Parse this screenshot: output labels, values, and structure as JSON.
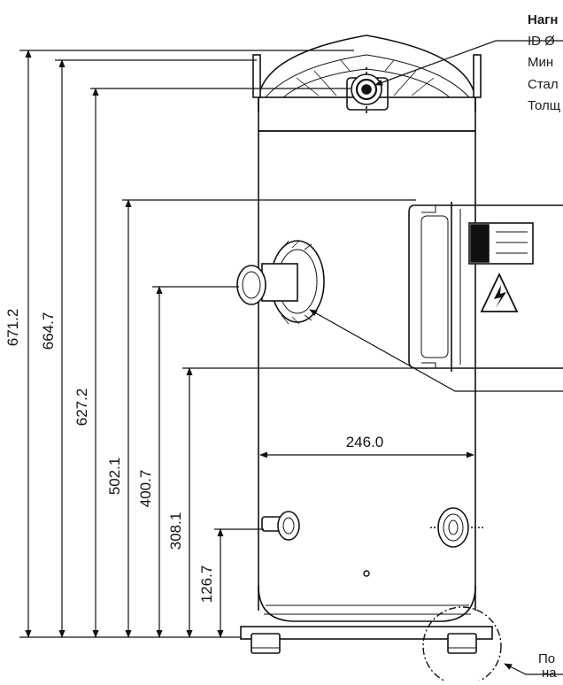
{
  "annotations": {
    "top_title": "Нагн",
    "top_line2": "ID Ø",
    "top_line3": "Мин",
    "top_line4": "Стал",
    "top_line5": "Толщ",
    "bottom_line1": "По",
    "bottom_line2": "на"
  },
  "dimensions": {
    "height_671": "671.2",
    "height_664": "664.7",
    "height_627": "627.2",
    "height_502": "502.1",
    "height_400": "400.7",
    "height_308": "308.1",
    "height_126": "126.7",
    "width_246": "246.0"
  }
}
